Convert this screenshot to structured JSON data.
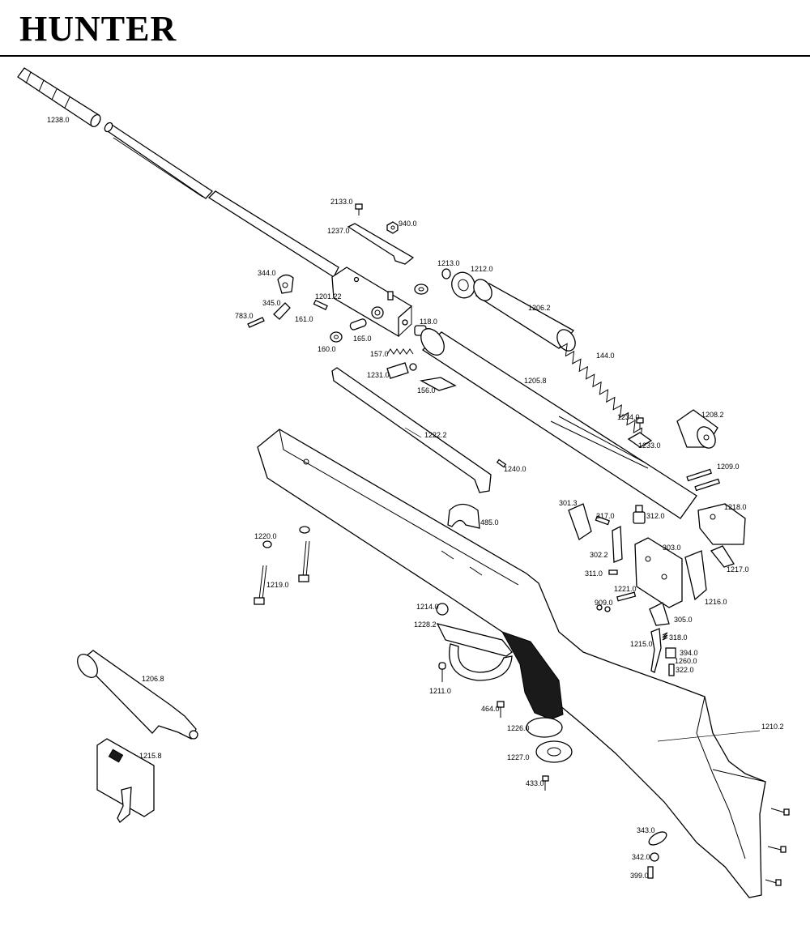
{
  "title": "HUNTER",
  "labels": [
    {
      "id": "1238.0",
      "text": "1238.0"
    },
    {
      "id": "2133.0",
      "text": "2133.0"
    },
    {
      "id": "940.0",
      "text": "940.0"
    },
    {
      "id": "1237.0",
      "text": "1237.0"
    },
    {
      "id": "344.0",
      "text": "344.0"
    },
    {
      "id": "1213.0",
      "text": "1213.0"
    },
    {
      "id": "1212.0",
      "text": "1212.0"
    },
    {
      "id": "1206.2",
      "text": "1206.2"
    },
    {
      "id": "345.0",
      "text": "345.0"
    },
    {
      "id": "1201.22",
      "text": "1201.22"
    },
    {
      "id": "783.0",
      "text": "783.0"
    },
    {
      "id": "161.0",
      "text": "161.0"
    },
    {
      "id": "118.0",
      "text": "118.0"
    },
    {
      "id": "165.0",
      "text": "165.0"
    },
    {
      "id": "160.0",
      "text": "160.0"
    },
    {
      "id": "157.0",
      "text": "157.0"
    },
    {
      "id": "144.0",
      "text": "144.0"
    },
    {
      "id": "1231.0",
      "text": "1231.0"
    },
    {
      "id": "156.0",
      "text": "156.0"
    },
    {
      "id": "1205.8",
      "text": "1205.8"
    },
    {
      "id": "1208.2",
      "text": "1208.2"
    },
    {
      "id": "1234.0",
      "text": "1234.0"
    },
    {
      "id": "1233.0",
      "text": "1233.0"
    },
    {
      "id": "1222.2",
      "text": "1222.2"
    },
    {
      "id": "1240.0",
      "text": "1240.0"
    },
    {
      "id": "1209.0",
      "text": "1209.0"
    },
    {
      "id": "301.3",
      "text": "301.3"
    },
    {
      "id": "317.0",
      "text": "317.0"
    },
    {
      "id": "312.0",
      "text": "312.0"
    },
    {
      "id": "1218.0",
      "text": "1218.0"
    },
    {
      "id": "485.0",
      "text": "485.0"
    },
    {
      "id": "1220.0",
      "text": "1220.0"
    },
    {
      "id": "303.0",
      "text": "303.0"
    },
    {
      "id": "302.2",
      "text": "302.2"
    },
    {
      "id": "1217.0",
      "text": "1217.0"
    },
    {
      "id": "1219.0",
      "text": "1219.0"
    },
    {
      "id": "311.0",
      "text": "311.0"
    },
    {
      "id": "1221.0",
      "text": "1221.0"
    },
    {
      "id": "909.0",
      "text": "909.0"
    },
    {
      "id": "1216.0",
      "text": "1216.0"
    },
    {
      "id": "1214.0",
      "text": "1214.0"
    },
    {
      "id": "305.0",
      "text": "305.0"
    },
    {
      "id": "1228.2",
      "text": "1228.2"
    },
    {
      "id": "318.0",
      "text": "318.0"
    },
    {
      "id": "1215.0",
      "text": "1215.0"
    },
    {
      "id": "394.0",
      "text": "394.0"
    },
    {
      "id": "1260.0",
      "text": "1260.0"
    },
    {
      "id": "322.0",
      "text": "322.0"
    },
    {
      "id": "1206.8",
      "text": "1206.8"
    },
    {
      "id": "1211.0",
      "text": "1211.0"
    },
    {
      "id": "464.0",
      "text": "464.0"
    },
    {
      "id": "1226.0",
      "text": "1226.0"
    },
    {
      "id": "1210.2",
      "text": "1210.2"
    },
    {
      "id": "1215.8",
      "text": "1215.8"
    },
    {
      "id": "1227.0",
      "text": "1227.0"
    },
    {
      "id": "433.0",
      "text": "433.0"
    },
    {
      "id": "343.0",
      "text": "343.0"
    },
    {
      "id": "342.0",
      "text": "342.0"
    },
    {
      "id": "399.0",
      "text": "399.0"
    }
  ]
}
